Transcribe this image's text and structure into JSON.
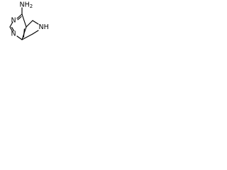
{
  "molecule": {
    "amine_label": "NH",
    "amine_subscript": "2",
    "ring_n_top": "N",
    "ring_n_bottom": "N",
    "pyrroline_nh": "NH"
  }
}
